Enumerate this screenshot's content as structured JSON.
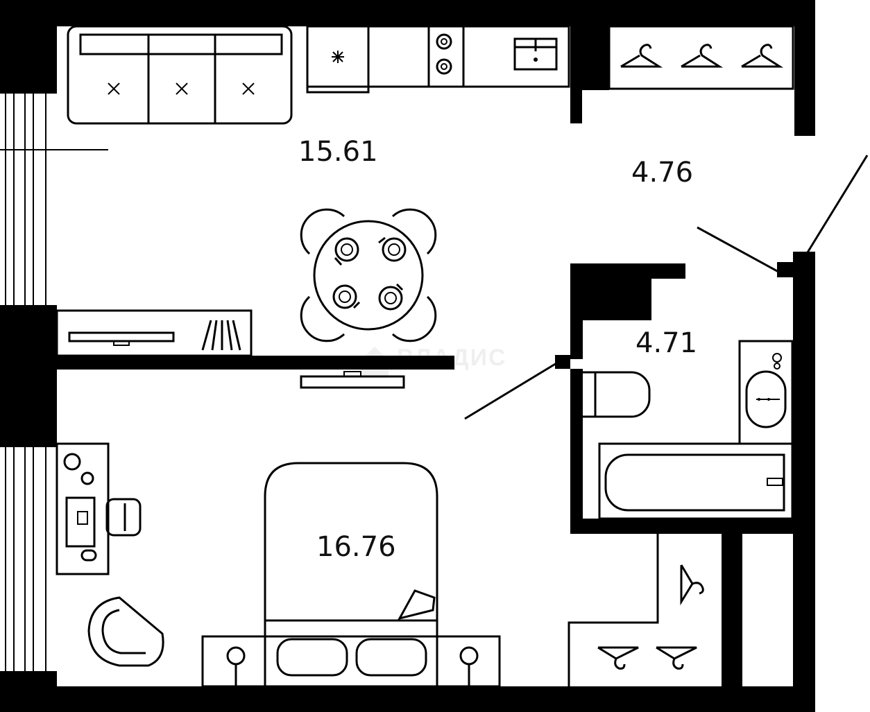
{
  "plan": {
    "rooms": [
      {
        "id": "kitchen-living",
        "area": "15.61"
      },
      {
        "id": "hallway",
        "area": "4.76"
      },
      {
        "id": "bathroom",
        "area": "4.71"
      },
      {
        "id": "bedroom",
        "area": "16.76"
      }
    ],
    "watermark": {
      "text": "ВЛАДИС"
    }
  },
  "colors": {
    "wall": "#000000",
    "background": "#ffffff",
    "label": "#111111"
  }
}
